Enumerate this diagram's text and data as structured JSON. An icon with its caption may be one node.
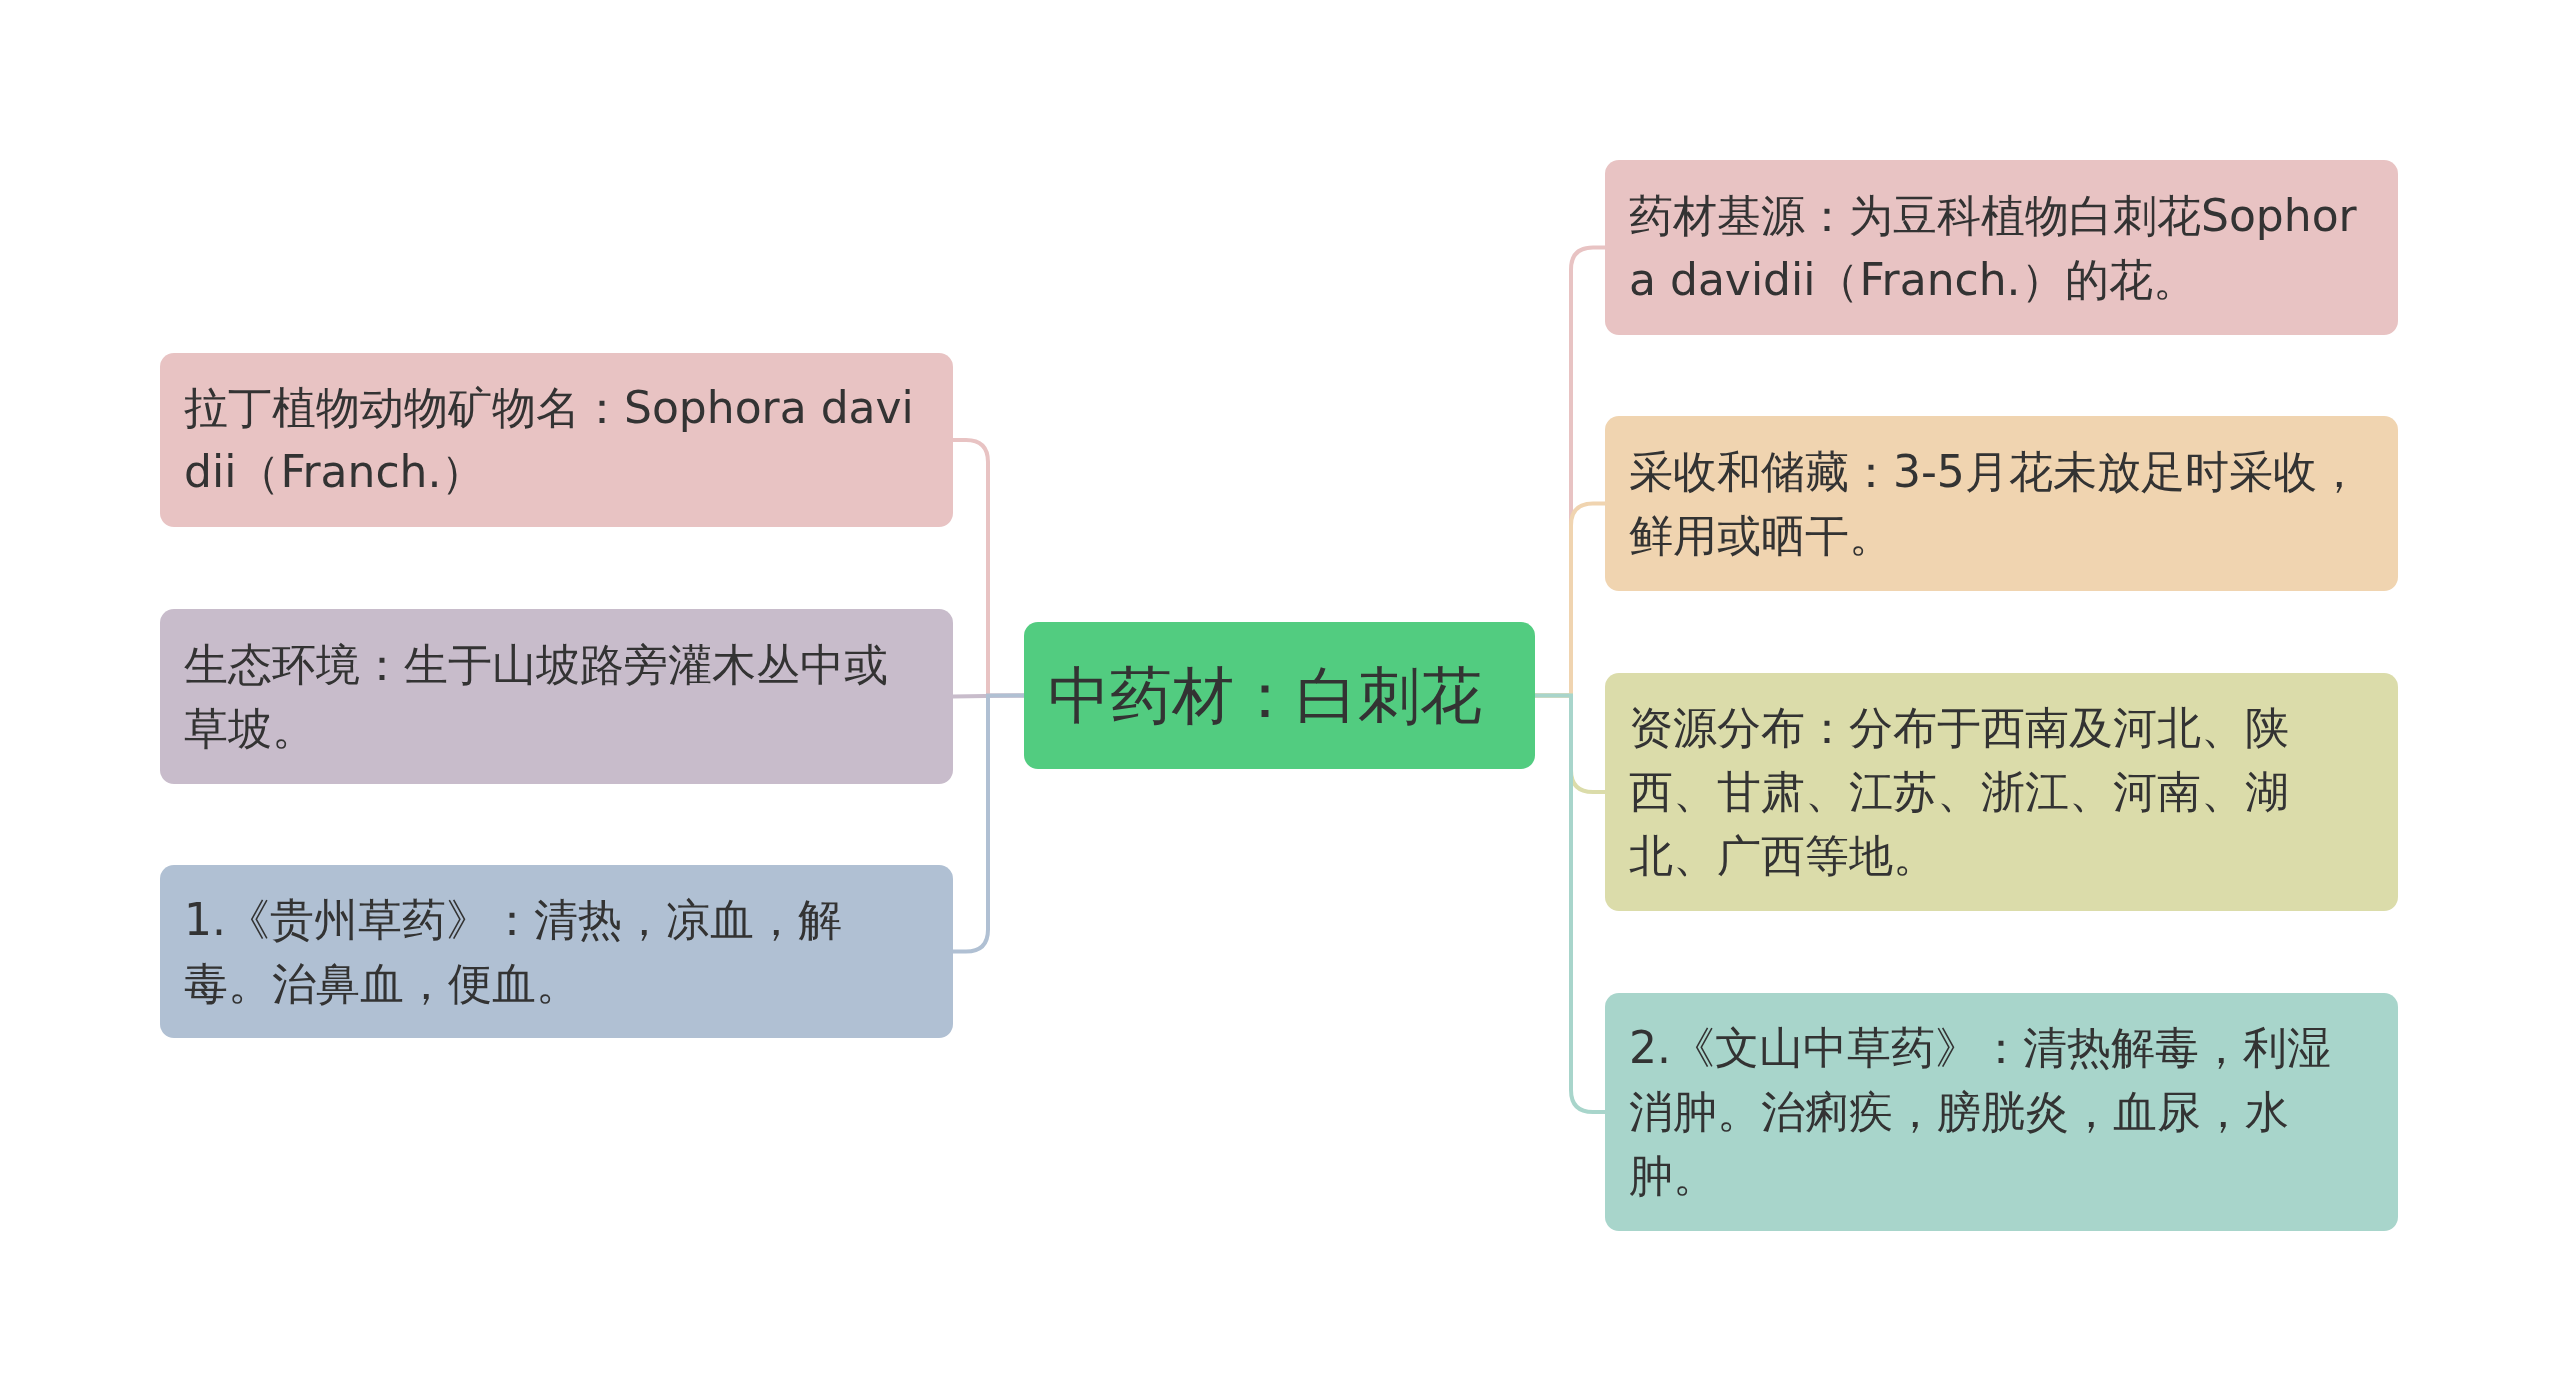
{
  "diagram": {
    "nodes": [
      {
        "text": [
          "中药材：白刺花"
        ]
      },
      {
        "text": [
          "拉丁植物动物矿物名：Sophora davidii（Franch.）"
        ]
      },
      {
        "text": [
          "生态环境：生于山坡路旁灌木丛中或草坡。"
        ]
      },
      {
        "text": [
          "1.《贵州草药》：清热，凉血，解毒。治鼻血，便血。"
        ]
      },
      {
        "text": [
          "药材基源：为豆科植物白刺花Sophora davidii（Franch.）的花。"
        ]
      },
      {
        "text": [
          "采收和储藏：3-5月花未放足时采收，鲜用或晒干。"
        ]
      },
      {
        "text": [
          "资源分布：分布于西南及河北、陕西、甘肃、江苏、浙江、河南、湖北、广西等地。"
        ]
      },
      {
        "text": [
          "2.《文山中草药》：清热解毒，利湿消肿。治痢疾，膀胱炎，血尿，水肿。"
        ]
      }
    ],
    "edges": [
      {
        "from": 0,
        "to": 1,
        "arrow": "none",
        "color": "#e8c3c3"
      },
      {
        "from": 0,
        "to": 2,
        "arrow": "none",
        "color": "#c8bccb"
      },
      {
        "from": 0,
        "to": 3,
        "arrow": "none",
        "color": "#b0c0d3"
      },
      {
        "from": 0,
        "to": 4,
        "arrow": "none",
        "color": "#e8c3c3"
      },
      {
        "from": 0,
        "to": 5,
        "arrow": "none",
        "color": "#f0d4b0"
      },
      {
        "from": 0,
        "to": 6,
        "arrow": "none",
        "color": "#dbdcaa"
      },
      {
        "from": 0,
        "to": 7,
        "arrow": "none",
        "color": "#a8d5cb"
      }
    ]
  }
}
